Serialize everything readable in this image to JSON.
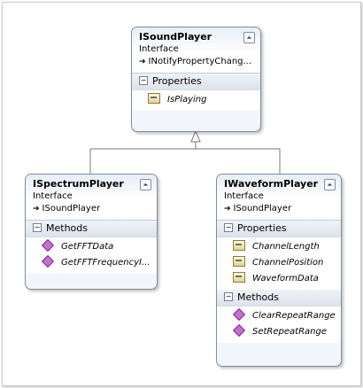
{
  "diagram": {
    "classes": [
      {
        "id": "isoundplayer",
        "name": "ISoundPlayer",
        "stereotype": "Interface",
        "base": "INotifyPropertyChang...",
        "sections": [
          {
            "title": "Properties",
            "kind": "property",
            "members": [
              "IsPlaying"
            ]
          }
        ]
      },
      {
        "id": "ispectrumplayer",
        "name": "ISpectrumPlayer",
        "stereotype": "Interface",
        "base": "ISoundPlayer",
        "sections": [
          {
            "title": "Methods",
            "kind": "method",
            "members": [
              "GetFFTData",
              "GetFFTFrequencyI..."
            ]
          }
        ]
      },
      {
        "id": "iwaveformplayer",
        "name": "IWaveformPlayer",
        "stereotype": "Interface",
        "base": "ISoundPlayer",
        "sections": [
          {
            "title": "Properties",
            "kind": "property",
            "members": [
              "ChannelLength",
              "ChannelPosition",
              "WaveformData"
            ]
          },
          {
            "title": "Methods",
            "kind": "method",
            "members": [
              "ClearRepeatRange",
              "SetRepeatRange"
            ]
          }
        ]
      }
    ],
    "inheritance": [
      {
        "from": "ispectrumplayer",
        "to": "isoundplayer"
      },
      {
        "from": "iwaveformplayer",
        "to": "isoundplayer"
      }
    ],
    "icons": {
      "collapse": "double-chevron-up-icon",
      "property": "property-icon",
      "method": "method-icon",
      "base": "inherits-arrow-icon"
    }
  }
}
